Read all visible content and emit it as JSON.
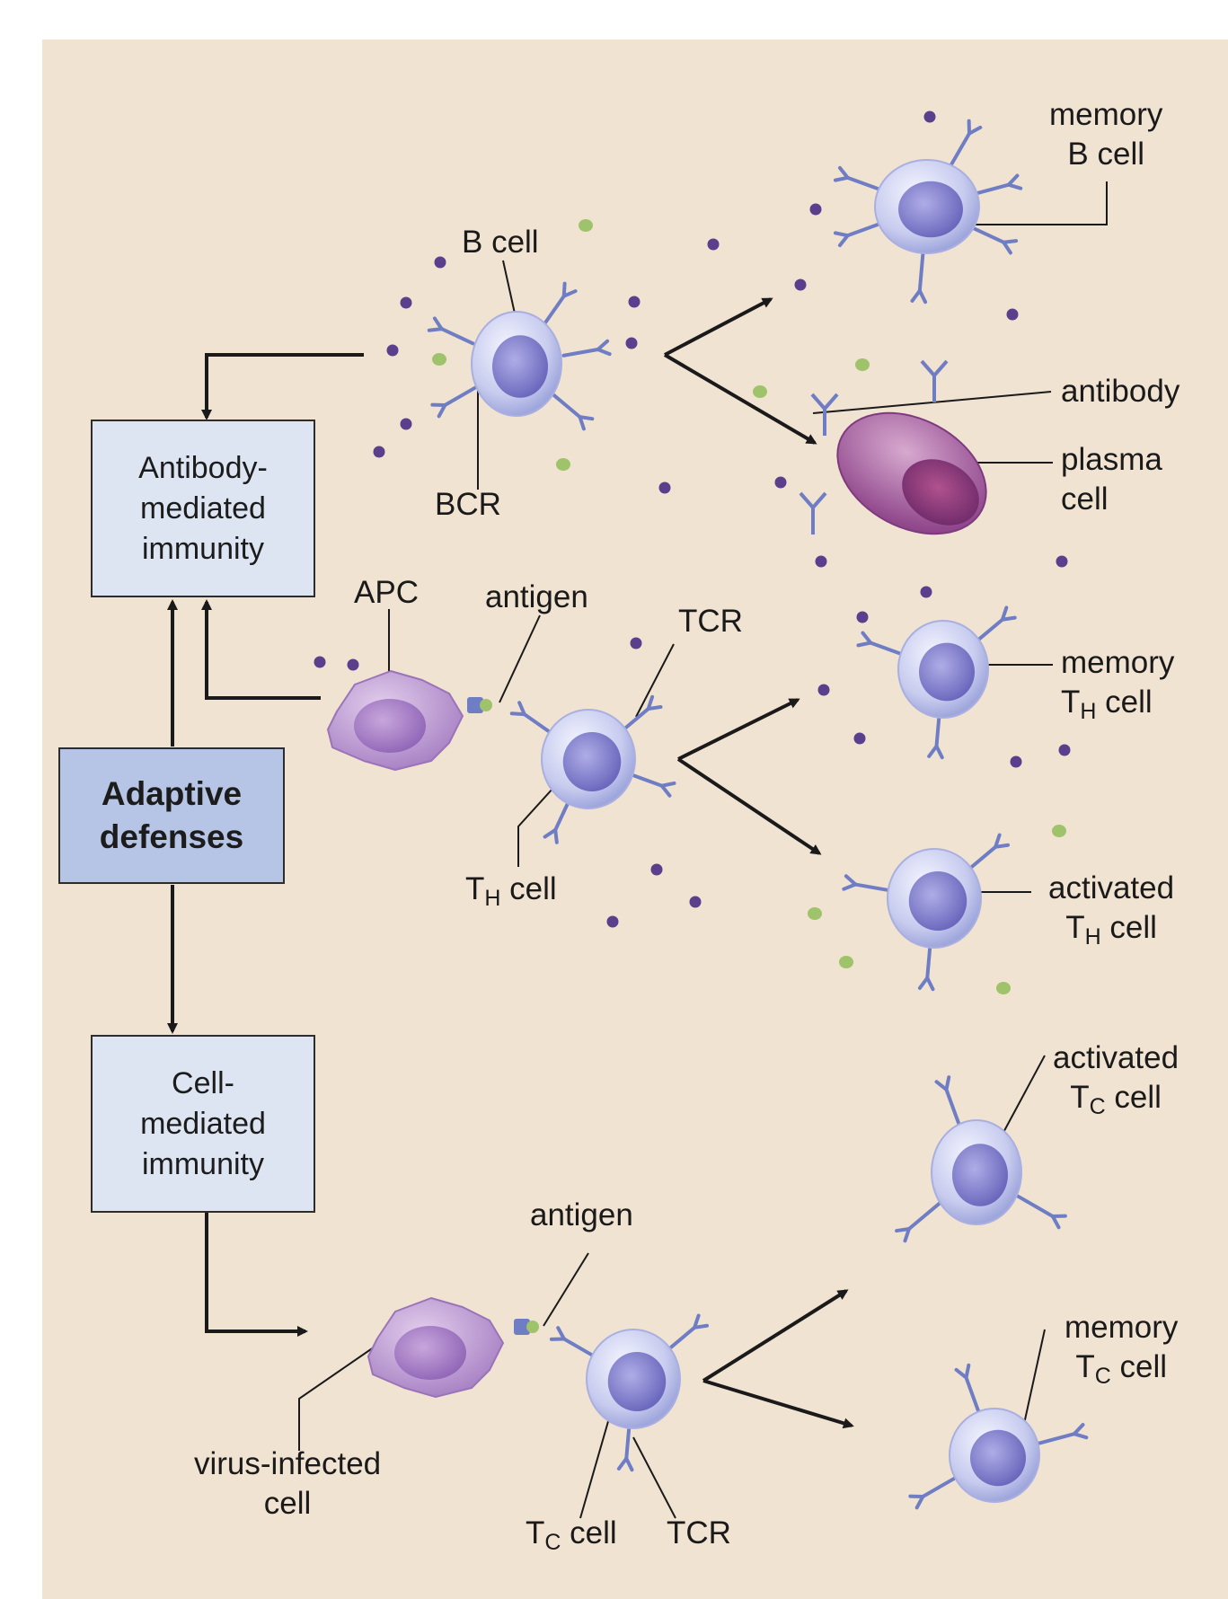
{
  "boxes": {
    "antibody_mediated": "Antibody-\nmediated\nimmunity",
    "adaptive_defenses": "Adaptive\ndefenses",
    "cell_mediated": "Cell-\nmediated\nimmunity"
  },
  "labels": {
    "b_cell": "B cell",
    "bcr": "BCR",
    "memory_b_line1": "memory",
    "memory_b_line2": "B cell",
    "antibody": "antibody",
    "plasma_line1": "plasma",
    "plasma_line2": "cell",
    "apc": "APC",
    "antigen_top": "antigen",
    "tcr_top": "TCR",
    "th_cell_T": "T",
    "th_cell_sub": "H",
    "th_cell_rest": " cell",
    "memory_th_line1": "memory",
    "memory_th_T": "T",
    "memory_th_sub": "H",
    "memory_th_rest": " cell",
    "activated_th_line1": "activated",
    "activated_th_T": "T",
    "activated_th_sub": "H",
    "activated_th_rest": " cell",
    "activated_tc_line1": "activated",
    "activated_tc_T": "T",
    "activated_tc_sub": "C",
    "activated_tc_rest": " cell",
    "antigen_bottom": "antigen",
    "memory_tc_line1": "memory",
    "memory_tc_T": "T",
    "memory_tc_sub": "C",
    "memory_tc_rest": " cell",
    "virus_line1": "virus-infected",
    "virus_line2": "cell",
    "tc_cell_T": "T",
    "tc_cell_sub": "C",
    "tc_cell_rest": " cell",
    "tcr_bottom": "TCR"
  },
  "colors": {
    "background": "#f1e3d2",
    "box_fill": "#dde5f3",
    "main_box_fill": "#b6c5e6",
    "lymphocyte": "#c9cdee",
    "nucleus": "#6f6fc4",
    "apc": "#b48fcc",
    "plasma": "#9a4f92",
    "receptor": "#6f7ec4",
    "antigen": "#9fc36a",
    "dot": "#5a3f8c"
  }
}
